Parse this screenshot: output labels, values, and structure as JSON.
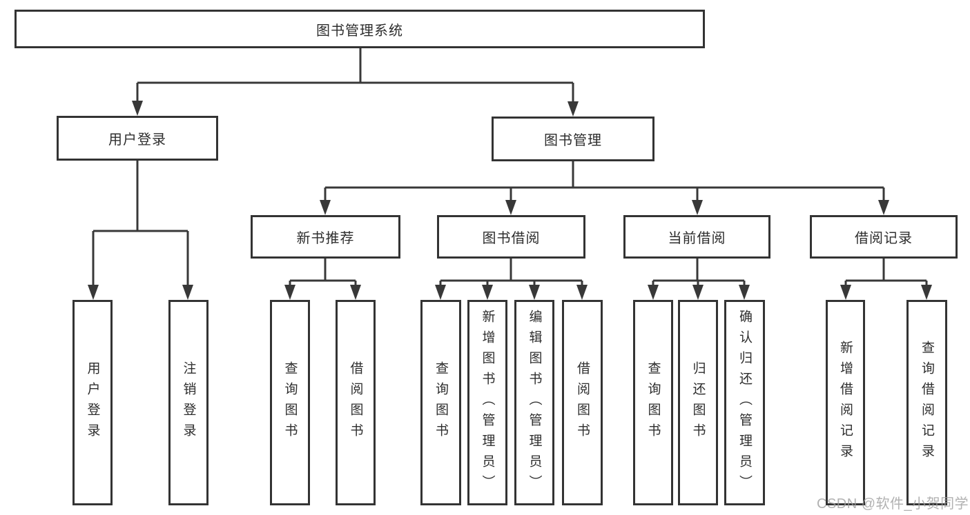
{
  "tree": {
    "root": {
      "label": "图书管理系统"
    },
    "branches": [
      {
        "label": "用户登录",
        "children": [
          {
            "label": "用户登录"
          },
          {
            "label": "注销登录"
          }
        ]
      },
      {
        "label": "图书管理",
        "children": [
          {
            "label": "新书推荐",
            "children": [
              {
                "label": "查询图书"
              },
              {
                "label": "借阅图书"
              }
            ]
          },
          {
            "label": "图书借阅",
            "children": [
              {
                "label": "查询图书"
              },
              {
                "label": "新增图书（管理员）"
              },
              {
                "label": "编辑图书（管理员）"
              },
              {
                "label": "借阅图书"
              }
            ]
          },
          {
            "label": "当前借阅",
            "children": [
              {
                "label": "查询图书"
              },
              {
                "label": "归还图书"
              },
              {
                "label": "确认归还（管理员）"
              }
            ]
          },
          {
            "label": "借阅记录",
            "children": [
              {
                "label": "新增借阅记录"
              },
              {
                "label": "查询借阅记录"
              }
            ]
          }
        ]
      }
    ]
  },
  "watermark": {
    "text": "CSDN @软件_小贺同学"
  },
  "colors": {
    "line": "#383838",
    "box_border": "#333333",
    "text": "#2d2d2d",
    "watermark": "#9e9e9e",
    "background": "#ffffff"
  }
}
